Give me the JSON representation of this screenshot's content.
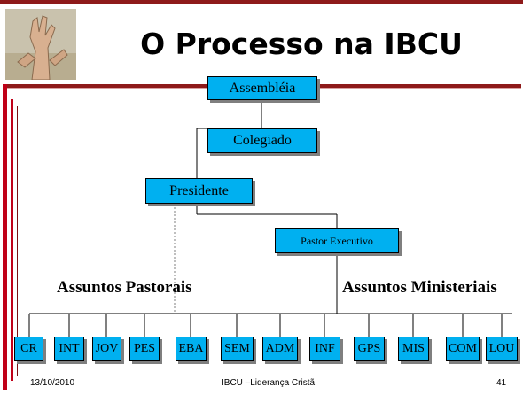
{
  "slide": {
    "title": "O Processo na IBCU",
    "nodes": {
      "assembleia": "Assembléia",
      "colegiado": "Colegiado",
      "presidente": "Presidente",
      "pastor_executivo": "Pastor Executivo"
    },
    "section_labels": {
      "pastorais": "Assuntos Pastorais",
      "ministeriais": "Assuntos Ministeriais"
    },
    "departments": [
      "CR",
      "INT",
      "JOV",
      "PES",
      "EBA",
      "SEM",
      "ADM",
      "INF",
      "GPS",
      "MIS",
      "COM",
      "LOU"
    ],
    "footer": {
      "date": "13/10/2010",
      "center": "IBCU –Liderança Cristã",
      "page": "41"
    }
  },
  "colors": {
    "box_fill": "#00b0f0",
    "header_bar": "#8e1a1a",
    "left_accent": "#c00018"
  }
}
